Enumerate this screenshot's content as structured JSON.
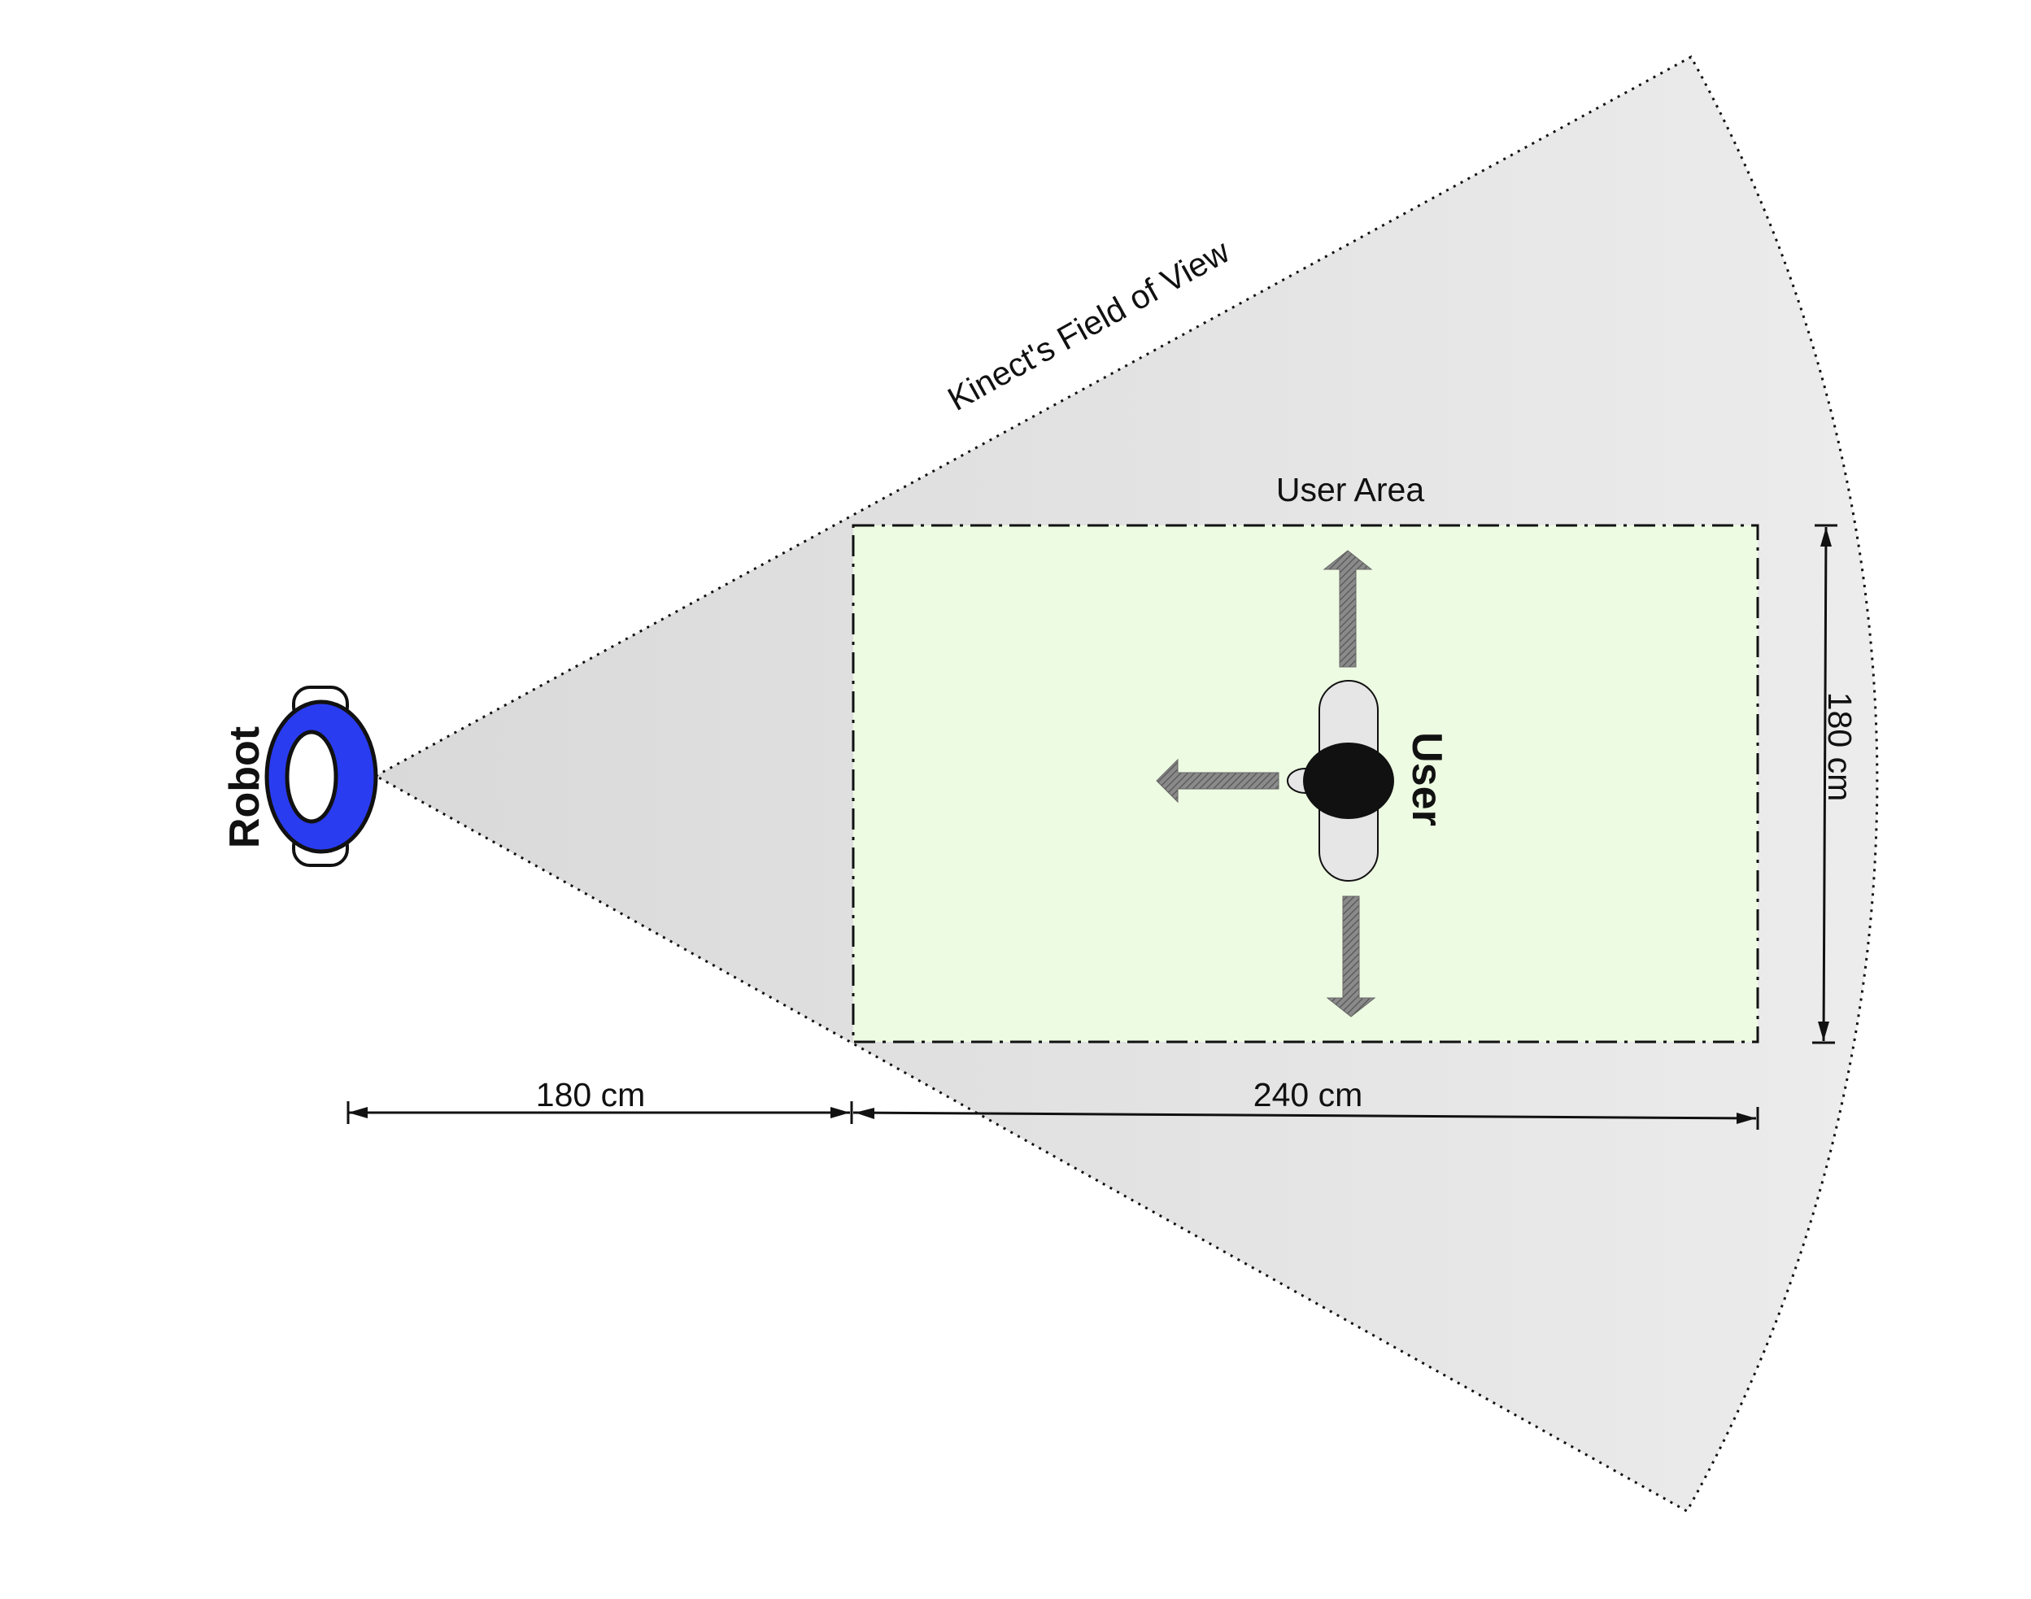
{
  "labels": {
    "fov": "Kinect's Field of View",
    "user_area": "User Area",
    "robot": "Robot",
    "user": "User"
  },
  "dimensions": {
    "robot_to_area": "180 cm",
    "area_depth": "240 cm",
    "area_width": "180 cm"
  },
  "colors": {
    "robot_body": "#2a3cf0",
    "fov_fill": "#e2e2e2",
    "user_area_fill": "#edfbe2",
    "user_head": "#111111",
    "user_shoulders": "#e6e6e6",
    "arrow_fill": "#777777",
    "stroke": "#111111"
  },
  "icons": {
    "robot": "robot-topview-icon",
    "user": "person-topview-icon",
    "arrows": [
      "arrow-up-icon",
      "arrow-left-icon",
      "arrow-down-icon"
    ]
  }
}
